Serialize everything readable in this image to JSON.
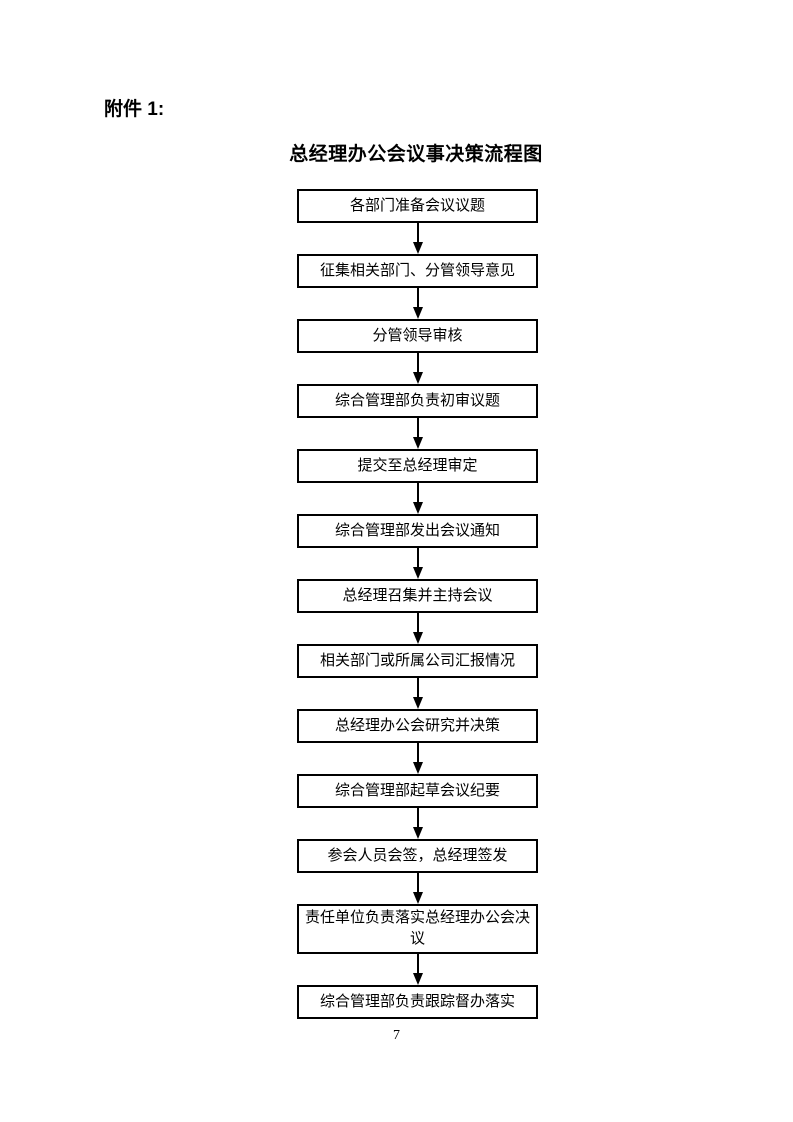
{
  "header": {
    "attachment_label": "附件 1:",
    "title": "总经理办公会议事决策流程图"
  },
  "flowchart": {
    "steps": [
      {
        "label": "各部门准备会议议题"
      },
      {
        "label": "征集相关部门、分管领导意见"
      },
      {
        "label": "分管领导审核"
      },
      {
        "label": "综合管理部负责初审议题"
      },
      {
        "label": "提交至总经理审定"
      },
      {
        "label": "综合管理部发出会议通知"
      },
      {
        "label": "总经理召集并主持会议"
      },
      {
        "label": "相关部门或所属公司汇报情况"
      },
      {
        "label": "总经理办公会研究并决策"
      },
      {
        "label": "综合管理部起草会议纪要"
      },
      {
        "label": "参会人员会签，总经理签发"
      },
      {
        "label": "责任单位负责落实总经理办公会决议"
      },
      {
        "label": "综合管理部负责跟踪督办落实"
      }
    ],
    "connector_icon": "arrow-down"
  },
  "footer": {
    "page_number": "7"
  },
  "colors": {
    "text": "#000000",
    "background": "#ffffff",
    "box_border": "#000000",
    "arrow": "#000000"
  }
}
